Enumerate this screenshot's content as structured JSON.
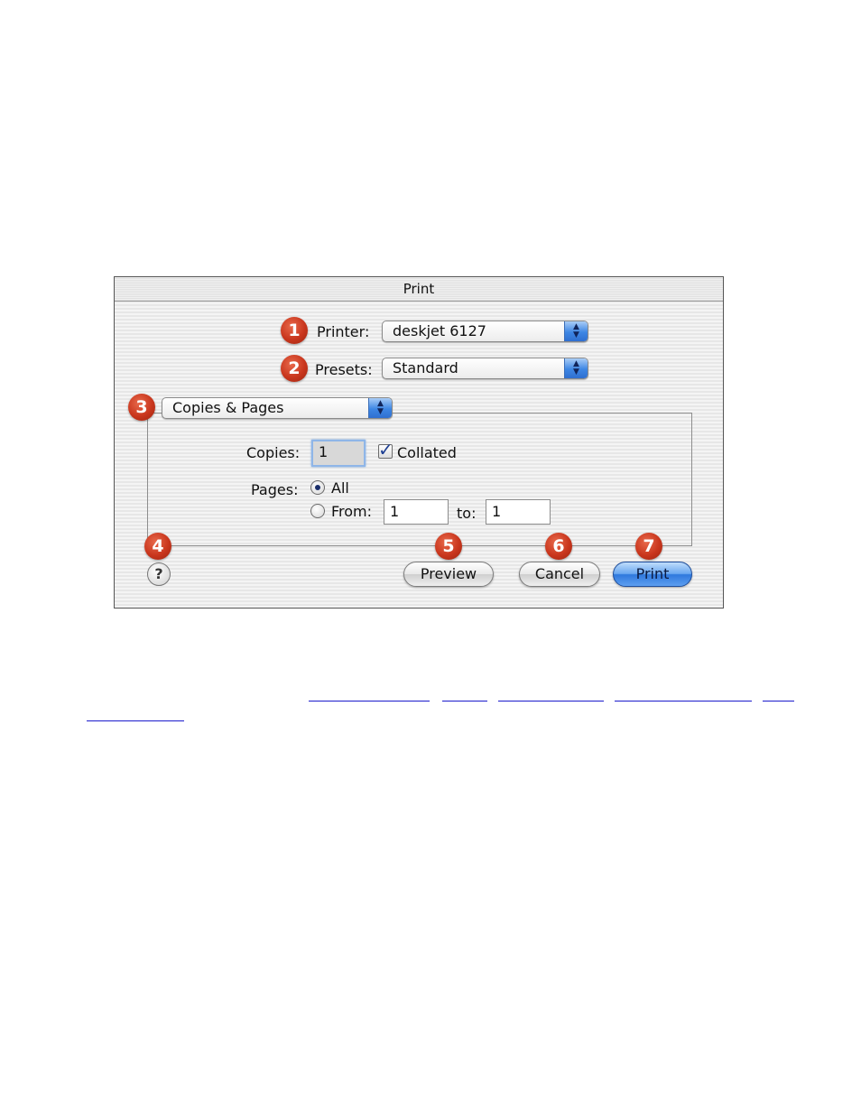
{
  "dialog": {
    "title": "Print",
    "printer": {
      "label": "Printer:",
      "value": "deskjet 6127"
    },
    "presets": {
      "label": "Presets:",
      "value": "Standard"
    },
    "panel": {
      "value": "Copies & Pages"
    },
    "copies": {
      "label": "Copies:",
      "value": "1",
      "collated_label": "Collated",
      "collated": true
    },
    "pages": {
      "label": "Pages:",
      "all_label": "All",
      "from_label": "From:",
      "from_value": "1",
      "to_label": "to:",
      "to_value": "1"
    },
    "help_glyph": "?",
    "buttons": {
      "preview": "Preview",
      "cancel": "Cancel",
      "print": "Print"
    }
  },
  "callouts": [
    "1",
    "2",
    "3",
    "4",
    "5",
    "6",
    "7"
  ],
  "colors": {
    "callout": "#c9361d",
    "accent": "#3d86e4",
    "link": "#1a1acc"
  },
  "icons": {
    "popup_arrow": "up-down-arrows-icon",
    "help": "help-icon"
  }
}
